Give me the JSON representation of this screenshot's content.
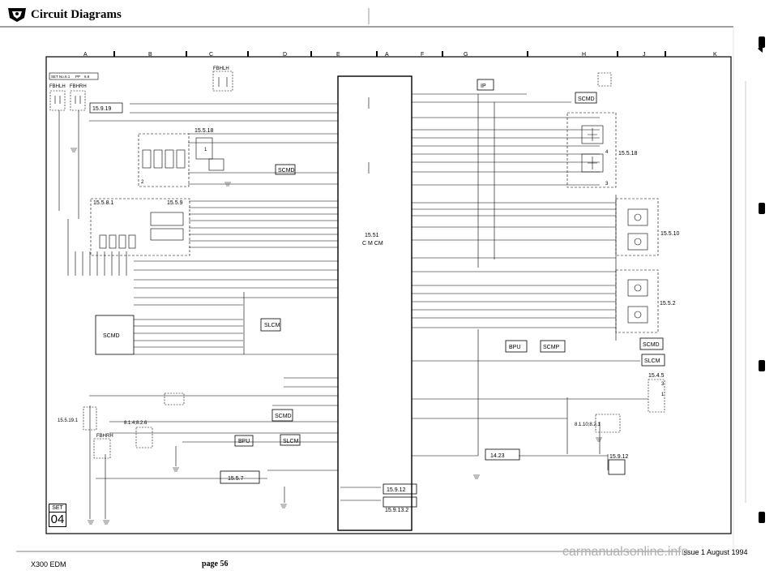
{
  "page": {
    "title": "Circuit Diagrams",
    "footer_left": "X300 EDM",
    "footer_center": "page 56",
    "footer_right": "Issue 1 August 1994",
    "page_badge_top": "SET",
    "page_badge_num": "04",
    "watermark": "carmanualsonline.info"
  },
  "grid": {
    "columns": [
      "A",
      "B",
      "C",
      "D",
      "E",
      "A",
      "F",
      "G",
      "H",
      "J",
      "K"
    ]
  },
  "ref_box": {
    "set_label": "SET No.",
    "set_value": "6.1",
    "pp_label": "PP",
    "pp_value": "6.6"
  },
  "components": {
    "cmcm": [
      "15.51",
      "C M CM"
    ],
    "ip": "IP",
    "scmd_main": "SCMD",
    "scmd_left": "SCMD",
    "scmd_right": "SCMD",
    "scmd_mid": "SCMD",
    "scmd_low": "SCMD",
    "slcm_mid": "SLCM",
    "slcm_right": "SLCM",
    "slcm_low": "SLCM",
    "bpu_low": "BPU",
    "bpu_right": "BPU",
    "scmp": "SCMP",
    "fbhlh_top": "FBHLH",
    "fbhlh_left": "FBHLH",
    "fbhrh_left": "FBHRH",
    "fbhrh_low": "FBHRH"
  },
  "refs": {
    "r1519": "15.9.19",
    "r15518a": "15.5.18",
    "r15518b": "15.5.18",
    "r1558": "15.5.8.1",
    "r1559": "15.5.9",
    "r15510": "15.5.10",
    "r1552": "15.5.2",
    "r1545": "15.4.5",
    "r8148": "8.1.4;8.2.6",
    "r81108": "8.1.10;8.2.1",
    "r15191": "15.5.19.1",
    "r1557": "15.5.7",
    "r1423": "14.23",
    "r15912a": "15.9.12",
    "r15912b": "15.9.12",
    "r15913": "15.9.13.2",
    "n1": "1",
    "n2": "2",
    "n3": "3",
    "n4": "4"
  }
}
